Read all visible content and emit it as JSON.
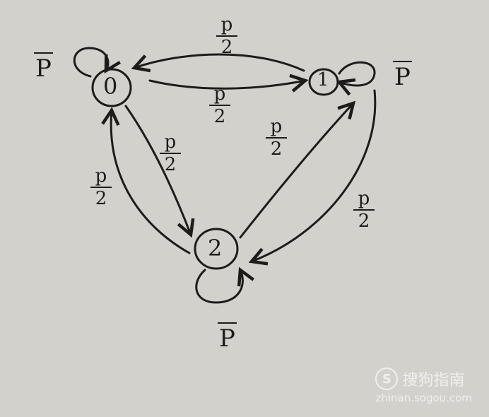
{
  "nodes": [
    "0",
    "1",
    "2"
  ],
  "self_loop_label": "P",
  "transition_numerator": "p",
  "transition_denominator": "2",
  "watermark": {
    "logo_letter": "S",
    "brand": "搜狗指南",
    "url": "zhinan.sogou.com"
  },
  "colors": {
    "paper": "#d3d1cc",
    "ink": "#1d1c1b",
    "watermark": "#f2f2f2"
  }
}
